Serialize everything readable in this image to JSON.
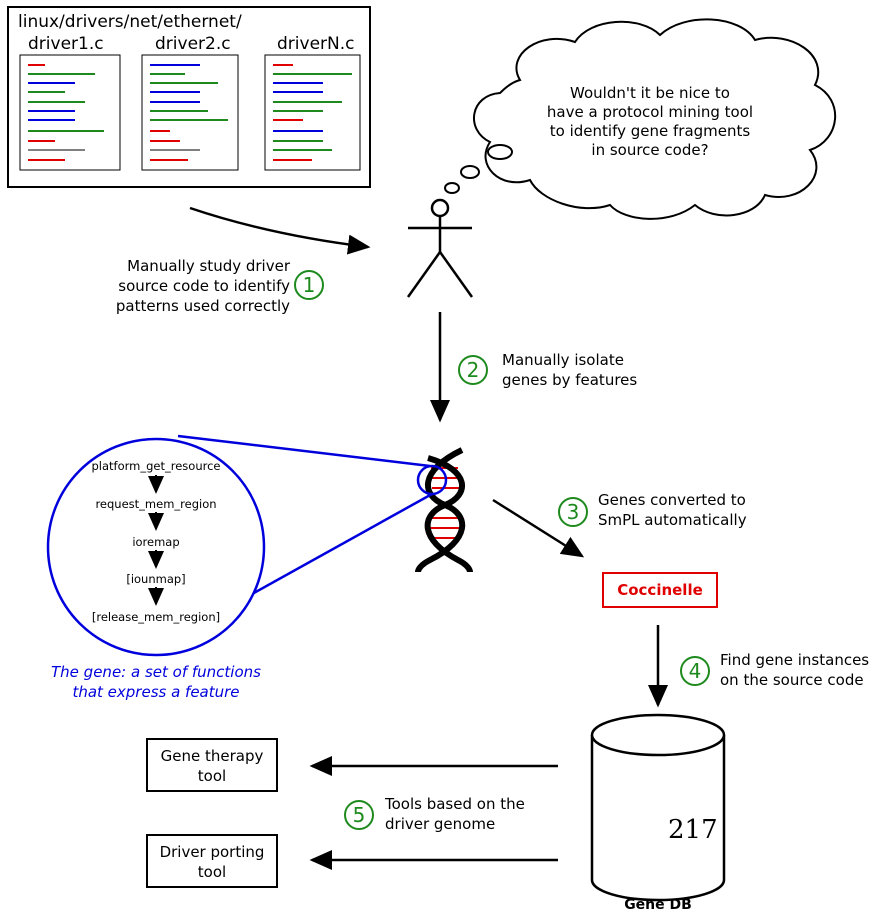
{
  "source_box": {
    "path": "linux/drivers/net/ethernet/",
    "files": [
      "driver1.c",
      "driver2.c",
      "driverN.c"
    ]
  },
  "thought": {
    "text": [
      "Wouldn't it be nice to",
      "have a protocol mining tool",
      "to identify gene fragments",
      "in source code?"
    ]
  },
  "steps": [
    {
      "number": "1",
      "lines": [
        "Manually study driver",
        "source code to identify",
        "patterns used correctly"
      ]
    },
    {
      "number": "2",
      "lines": [
        "Manually isolate",
        "genes by features"
      ]
    },
    {
      "number": "3",
      "lines": [
        "Genes converted to",
        "SmPL automatically"
      ]
    },
    {
      "number": "4",
      "lines": [
        "Find gene instances",
        "on the source code"
      ]
    },
    {
      "number": "5",
      "lines": [
        "Tools based on the",
        "driver genome"
      ]
    }
  ],
  "gene": {
    "functions": [
      "platform_get_resource",
      "request_mem_region",
      "ioremap",
      "[iounmap]",
      "[release_mem_region]"
    ],
    "caption": [
      "The gene: a set of functions",
      "that express a feature"
    ]
  },
  "coccinelle": {
    "label": "Coccinelle"
  },
  "gene_db": {
    "label": "Gene DB",
    "count": "217"
  },
  "tools": {
    "gene_therapy": [
      "Gene therapy",
      "tool"
    ],
    "driver_porting": [
      "Driver porting",
      "tool"
    ]
  },
  "colors": {
    "green": "#1e8a1e",
    "blue": "#0000dd",
    "red": "#e00000",
    "black": "#000000"
  }
}
